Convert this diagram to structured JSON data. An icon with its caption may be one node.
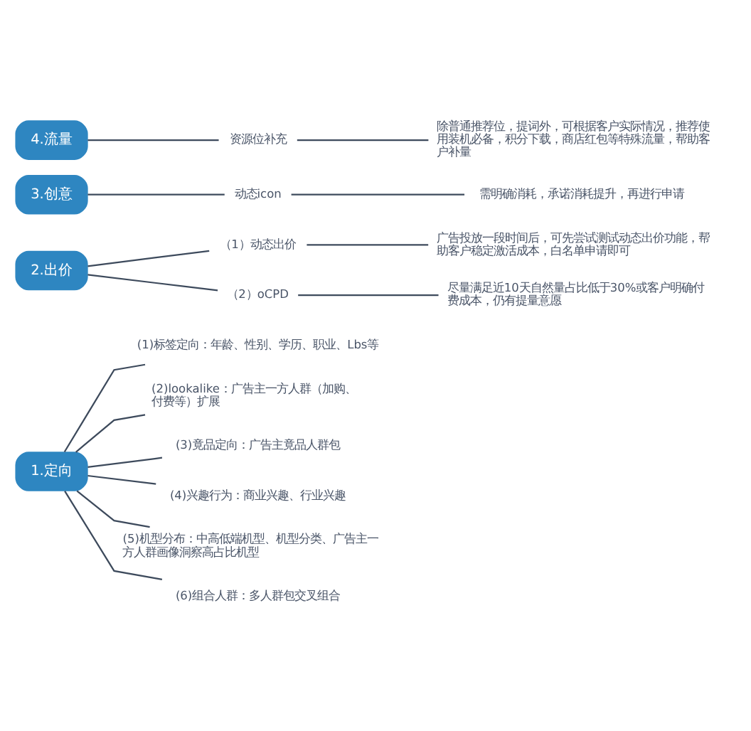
{
  "diagram": {
    "nodes": [
      {
        "text": [
          "1.定向"
        ]
      },
      {
        "text": [
          "(1)标签定向：年龄、性别、学历、职业、Lbs等"
        ]
      },
      {
        "text": [
          "(2)lookalike：广告主一方人群（加购、付费等）扩展"
        ]
      },
      {
        "text": [
          "(3)竟品定向：广告主竟品人群包"
        ]
      },
      {
        "text": [
          "(4)兴趣行为：商业兴趣、行业兴趣"
        ]
      },
      {
        "text": [
          "(5)机型分布：中高低端机型、机型分类、广告主一方人群画像洞察高占比机型"
        ]
      },
      {
        "text": [
          "(6)组合人群：多人群包交叉组合"
        ]
      },
      {
        "text": [
          "2.出价"
        ]
      },
      {
        "text": [
          "（1）动态出价"
        ]
      },
      {
        "text": [
          "广告投放一段时间后，可先尝试测试动态出价功能，帮助客户稳定激活成本，白名单申请即可"
        ]
      },
      {
        "text": [
          "（2）oCPD"
        ]
      },
      {
        "text": [
          "尽量满足近10天自然量占比低于30%或客户明确付费成本，仍有提量意愿"
        ]
      },
      {
        "text": [
          "3.创意"
        ]
      },
      {
        "text": [
          "动态icon"
        ]
      },
      {
        "text": [
          "需明确消耗，承诺消耗提升，再进行申请"
        ]
      },
      {
        "text": [
          "4.流量"
        ]
      },
      {
        "text": [
          "资源位补充"
        ]
      },
      {
        "text": [
          "除普通推荐位，提词外，可根据客户实际情况，推荐使用装机必备，积分下载，商店红包等特殊流量，帮助客户补量"
        ]
      }
    ],
    "edges": [
      {
        "from": 0,
        "to": 1,
        "arrow": "none"
      },
      {
        "from": 0,
        "to": 2,
        "arrow": "none"
      },
      {
        "from": 0,
        "to": 3,
        "arrow": "none"
      },
      {
        "from": 0,
        "to": 4,
        "arrow": "none"
      },
      {
        "from": 0,
        "to": 5,
        "arrow": "none"
      },
      {
        "from": 0,
        "to": 6,
        "arrow": "none"
      },
      {
        "from": 7,
        "to": 8,
        "arrow": "none"
      },
      {
        "from": 8,
        "to": 9,
        "arrow": "none"
      },
      {
        "from": 7,
        "to": 10,
        "arrow": "none"
      },
      {
        "from": 10,
        "to": 11,
        "arrow": "none"
      },
      {
        "from": 12,
        "to": 13,
        "arrow": "none"
      },
      {
        "from": 13,
        "to": 14,
        "arrow": "none"
      },
      {
        "from": 15,
        "to": 16,
        "arrow": "none"
      },
      {
        "from": 16,
        "to": 17,
        "arrow": "none"
      }
    ]
  }
}
